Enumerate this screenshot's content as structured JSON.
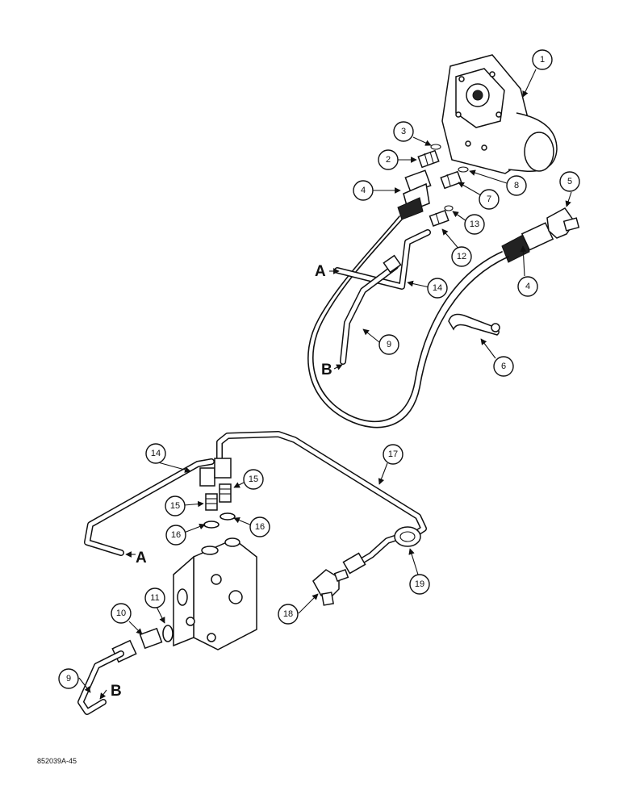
{
  "figure_ref": "852039A-45",
  "letters": {
    "a": "A",
    "b": "B"
  },
  "callouts": [
    "1",
    "2",
    "3",
    "4",
    "4",
    "5",
    "6",
    "7",
    "8",
    "9",
    "9",
    "10",
    "11",
    "12",
    "13",
    "14",
    "14",
    "15",
    "15",
    "16",
    "16",
    "17",
    "18",
    "19"
  ]
}
